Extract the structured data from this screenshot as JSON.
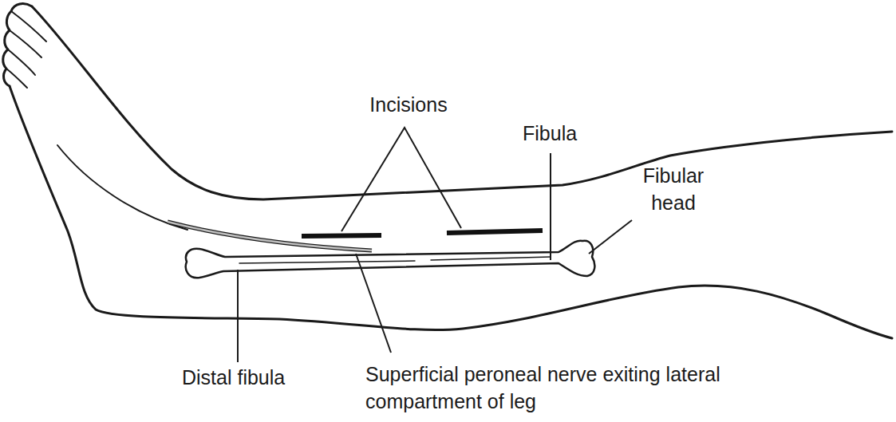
{
  "diagram": {
    "labels": [
      "Incisions",
      "Fibula",
      "Fibular head",
      "Distal fibula",
      "Superficial peroneal nerve exiting lateral compartment of leg"
    ]
  }
}
